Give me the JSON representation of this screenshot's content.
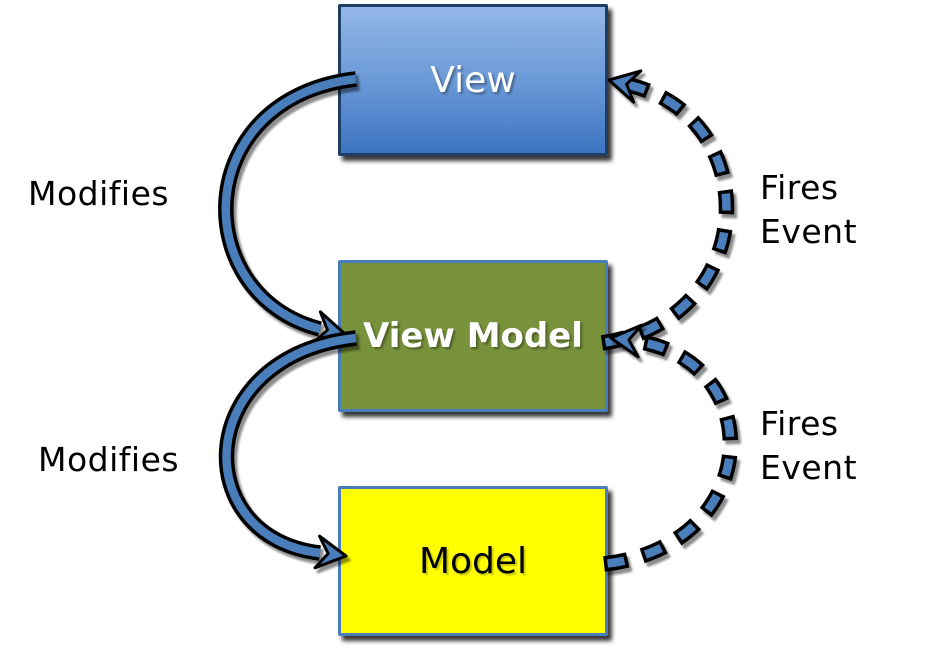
{
  "diagram": {
    "name": "MVVM pattern diagram",
    "boxes": [
      {
        "id": "view",
        "label": "View",
        "fill_top": "#94b7e7",
        "fill_bottom": "#3d74c2",
        "border_color": "#1d3f66",
        "text_color": "#ffffff"
      },
      {
        "id": "view-model",
        "label": "View Model",
        "fill": "#78923c",
        "border_color": "#4a7ebb",
        "text_color": "#ffffff"
      },
      {
        "id": "model",
        "label": "Model",
        "fill": "#ffff00",
        "border_color": "#4a7ebb",
        "text_color": "#000000"
      }
    ],
    "edges": [
      {
        "from": "View",
        "to": "View Model",
        "label": "Modifies",
        "style": "solid"
      },
      {
        "from": "View Model",
        "to": "Model",
        "label": "Modifies",
        "style": "solid"
      },
      {
        "from": "View Model",
        "to": "View",
        "label": "Fires Event",
        "style": "dashed"
      },
      {
        "from": "Model",
        "to": "View Model",
        "label": "Fires Event",
        "style": "dashed"
      }
    ],
    "annotations": {
      "modifies_top": "Modifies",
      "modifies_bottom": "Modifies",
      "fires_top": {
        "line1": "Fires",
        "line2": "Event"
      },
      "fires_bottom": {
        "line1": "Fires",
        "line2": "Event"
      }
    },
    "colors": {
      "arrow_blue": "#4a7ebb",
      "outline_black": "#000000"
    }
  }
}
